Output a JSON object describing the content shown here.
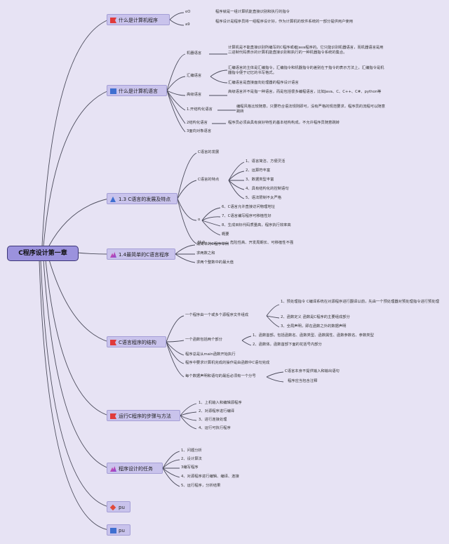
{
  "root": {
    "title": "C程序设计第一章"
  },
  "branches": [
    {
      "label": "什么是计算机程序",
      "icon": "red-flag-icon"
    },
    {
      "label": "什么是计算机语言",
      "icon": "blue-square-icon"
    },
    {
      "label": "1.3 C语言的发展及特点",
      "icon": "blue-triangle-icon"
    },
    {
      "label": "1.4最简单的C语言程序",
      "icon": "pink-chart-icon"
    },
    {
      "label": "C语言程序的结构",
      "icon": "red-flag-icon"
    },
    {
      "label": "运行C程序的步骤与方法",
      "icon": "red-flag-icon"
    },
    {
      "label": "程序设计的任务",
      "icon": "pink-chart-icon"
    },
    {
      "label": "pu",
      "icon": "red-diamond-icon"
    },
    {
      "label": "pu",
      "icon": "blue-square-icon"
    }
  ],
  "b1": {
    "k1": "eO",
    "v1": "程序就是一组计算机能直接识别和执行的指令",
    "k2": "a9",
    "v2": "程序设计是程序员将一组程序设计好，作为计算机的软件系统的一部分提供用户使用"
  },
  "b2": {
    "machine": "机器语言",
    "machine_desc": "计算机是不能直接识别所编写的C程序或者Java程序的。它只能识别机器语言，而机器语言是用二进制代码表示的计算机能直接识别和执行的一种机器指令系统的集合。",
    "assembly": "汇编语言",
    "assembly_d1": "汇编语言的主体是汇编指令。汇编指令和机器指令的差别在于指令的表示方法上，汇编指令是机器指令便于记忆的书写格式。",
    "assembly_d2": "汇编语言是直接面向处理器的程序设计语言",
    "high": "高级语言",
    "high_desc": "高级语言并不是指一种语言，而是包括很多编程语言，比如Java、C、C++、C#、python等",
    "structured1": "1.开结构化语言",
    "structured1_desc": "编程风格比较随意，只要符合语法规则即可，没有严格的规范要求，程序员的流程可以随意跳转",
    "structured2": "2结构化语言",
    "structured2_desc": "程序员必须由具有良好特性的基本结构构成，不允许程序员随意跳转",
    "oop": "3面向对象语言"
  },
  "b3": {
    "dev": "C语言的发展",
    "features": "C语言的特点",
    "f": [
      "1、语言简洁、方便灵活",
      "2、运算符丰富",
      "3、数据类型丰富",
      "4、具有结构化的控制语句",
      "5、语法限制不太严格"
    ],
    "o": "o",
    "g": [
      "6、C语言允许直接访问物理地址",
      "7、C语言编写程序可移植性好",
      "8、生成目标代码质量高，程序执行效率高"
    ],
    "summary": "概要",
    "cons": "缺点",
    "cons_desc": "危险性高、开发周期长、可移植性不强"
  },
  "b4": {
    "items": [
      "最简单的C程序举例",
      "求两数之和",
      "求两个整数中的最大值"
    ]
  },
  "b5": {
    "files": "一个程序由一个或多个源程序文件组成",
    "files_items": [
      "1、预处理指令 C编译系统在对源程序进行翻译以前，先由一个预处理器对预处理指令进行预处理",
      "2、函数定义 函数是C程序的主要组成部分",
      "3、全局声明，即在函数之外的数据声明"
    ],
    "parts": "一个函数包括两个部分",
    "parts_items": [
      "1、函数首部。包括函数名、函数类型、函数属性、函数参数名、参数类型",
      "2、函数体。函数首部下面的花括号内部分"
    ],
    "main": "程序总是从main函数开始执行",
    "ops": "程序中要求计算机完成的操作是由函数中C语句完成",
    "semi": "每个数据声明和语句的最后必须有一个分号",
    "semi_items": [
      "C语言本身不提供输入和输出语句",
      "程序应当包含注释"
    ]
  },
  "b6": {
    "items": [
      "1、上机输入和编辑源程序",
      "2、对源程序进行编译",
      "3、进行连接处理",
      "4、运行可执行程序"
    ]
  },
  "b7": {
    "items": [
      "1、问题分析",
      "2、设计算法",
      "3编写程序",
      "4、对源程序进行编辑、编译、连接",
      "5、运行程序，分析结果"
    ]
  }
}
